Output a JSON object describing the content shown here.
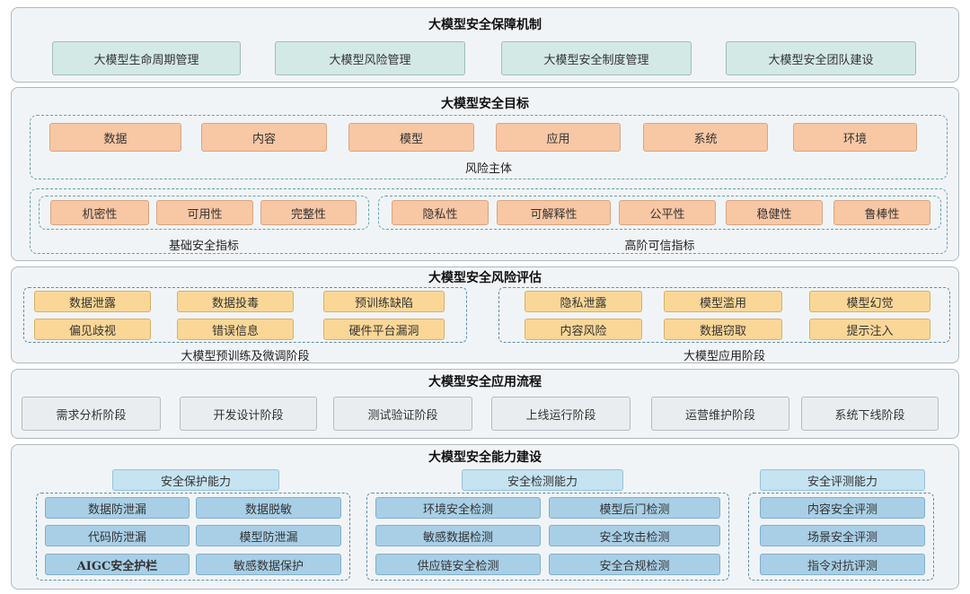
{
  "mechanism": {
    "title": "大模型安全保障机制",
    "items": [
      "大模型生命周期管理",
      "大模型风险管理",
      "大模型安全制度管理",
      "大模型安全团队建设"
    ]
  },
  "goals": {
    "title": "大模型安全目标",
    "subjects": [
      "数据",
      "内容",
      "模型",
      "应用",
      "系统",
      "环境"
    ],
    "subjects_caption": "风险主体",
    "basic": [
      "机密性",
      "可用性",
      "完整性"
    ],
    "basic_caption": "基础安全指标",
    "advanced": [
      "隐私性",
      "可解释性",
      "公平性",
      "稳健性",
      "鲁棒性"
    ],
    "advanced_caption": "高阶可信指标"
  },
  "risk": {
    "title": "大模型安全风险评估",
    "pretrain": [
      "数据泄露",
      "数据投毒",
      "预训练缺陷",
      "偏见歧视",
      "错误信息",
      "硬件平台漏洞"
    ],
    "pretrain_caption": "大模型预训练及微调阶段",
    "app": [
      "隐私泄露",
      "模型滥用",
      "模型幻觉",
      "内容风险",
      "数据窃取",
      "提示注入"
    ],
    "app_caption": "大模型应用阶段"
  },
  "process": {
    "title": "大模型安全应用流程",
    "stages": [
      "需求分析阶段",
      "开发设计阶段",
      "测试验证阶段",
      "上线运行阶段",
      "运营维护阶段",
      "系统下线阶段"
    ]
  },
  "capability": {
    "title": "大模型安全能力建设",
    "protect": {
      "label": "安全保护能力",
      "items": [
        "数据防泄漏",
        "数据脱敏",
        "代码防泄漏",
        "模型防泄漏",
        "AIGC安全护栏",
        "敏感数据保护"
      ]
    },
    "detect": {
      "label": "安全检测能力",
      "items": [
        "环境安全检测",
        "模型后门检测",
        "敏感数据检测",
        "安全攻击检测",
        "供应链安全检测",
        "安全合规检测"
      ]
    },
    "evaluate": {
      "label": "安全评测能力",
      "items": [
        "内容安全评测",
        "场景安全评测",
        "指令对抗评测"
      ]
    }
  }
}
